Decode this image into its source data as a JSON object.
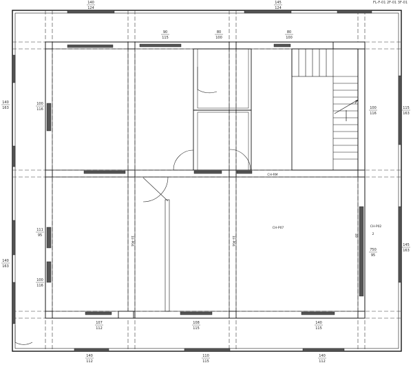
{
  "drawing": {
    "corner_note": "FL-F-01 2F-01 3F-01",
    "room_labels": {
      "r1": "CH-RM",
      "r2": "CH-P07",
      "r3": "CH-P02",
      "r4": "2"
    },
    "dim_labels": [
      {
        "t": "140",
        "b": "124"
      },
      {
        "t": "145",
        "b": "124"
      },
      {
        "t": "90",
        "b": "115"
      },
      {
        "t": "80",
        "b": "100"
      },
      {
        "t": "80",
        "b": "100"
      },
      {
        "t": "100",
        "b": "116"
      },
      {
        "t": "140",
        "b": "163"
      },
      {
        "t": "115",
        "b": "163"
      },
      {
        "t": "100",
        "b": "116"
      },
      {
        "t": "111",
        "b": "95"
      },
      {
        "t": "140",
        "b": "163"
      },
      {
        "t": "100",
        "b": "116"
      },
      {
        "t": "145",
        "b": "163"
      },
      {
        "t": "750",
        "b": "95"
      },
      {
        "t": "107",
        "b": "112"
      },
      {
        "t": "108",
        "b": "115"
      },
      {
        "t": "140",
        "b": "115"
      },
      {
        "t": "140",
        "b": "112"
      },
      {
        "t": "110",
        "b": "115"
      },
      {
        "t": "140",
        "b": "112"
      }
    ],
    "wall_labels": {
      "w1": "1E-P04",
      "w2": "1E-P04",
      "w3": "49"
    }
  }
}
